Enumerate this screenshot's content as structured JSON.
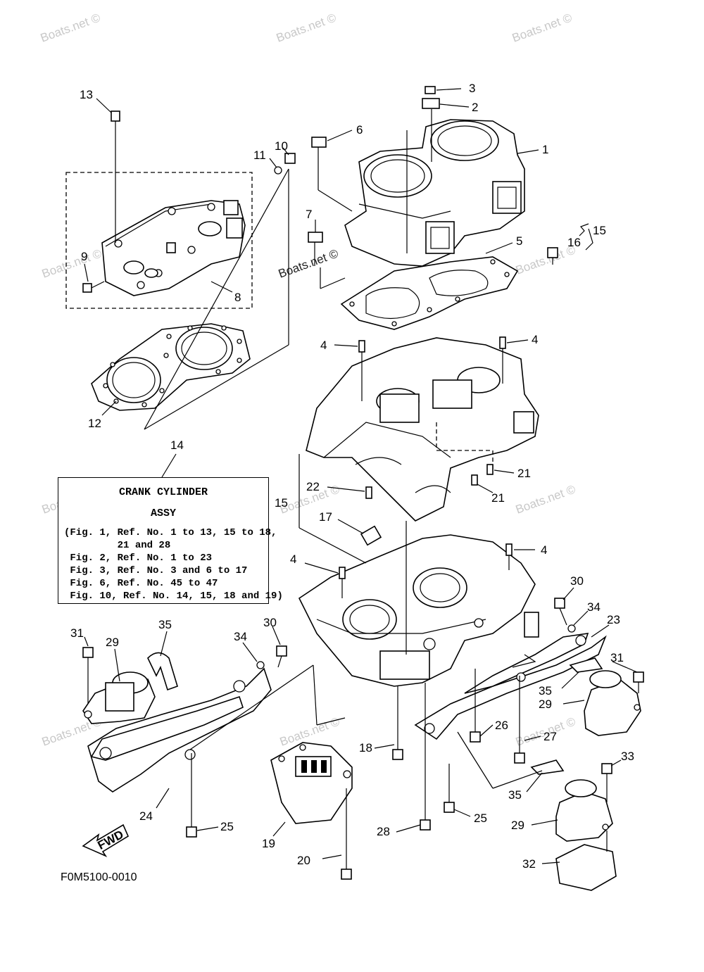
{
  "watermark": "Boats.net ©",
  "watermark_center": "Boats.net ©",
  "figure_code": "F0M5100-0010",
  "fwd_label": "FWD",
  "info_box": {
    "title1": "CRANK CYLINDER",
    "title2": "ASSY",
    "lines": [
      "(Fig. 1, Ref. No. 1 to 13, 15 to 18,",
      "         21 and 28",
      " Fig. 2, Ref. No. 1 to 23",
      " Fig. 3, Ref. No. 3 and 6 to 17",
      " Fig. 6, Ref. No. 45 to 47",
      " Fig. 10, Ref. No. 14, 15, 18 and 19)"
    ]
  },
  "callouts": [
    "1",
    "2",
    "3",
    "4",
    "4",
    "4",
    "4",
    "5",
    "6",
    "7",
    "8",
    "9",
    "10",
    "11",
    "12",
    "13",
    "14",
    "15",
    "15",
    "16",
    "17",
    "18",
    "19",
    "20",
    "21",
    "21",
    "22",
    "23",
    "24",
    "25",
    "25",
    "26",
    "27",
    "28",
    "29",
    "29",
    "29",
    "30",
    "30",
    "31",
    "31",
    "32",
    "33",
    "34",
    "34",
    "35",
    "35",
    "35"
  ]
}
